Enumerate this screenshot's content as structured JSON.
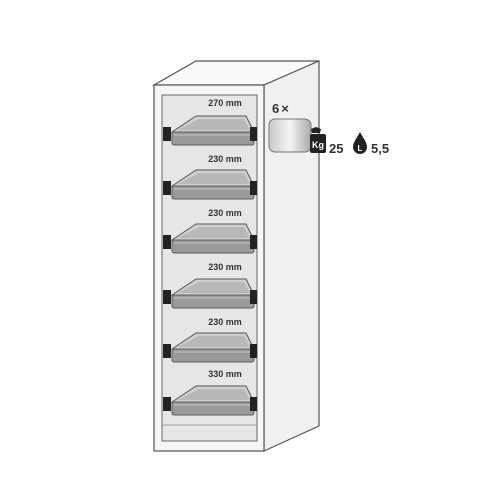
{
  "colors": {
    "outline": "#555555",
    "cabinet_body": "#f2f2f2",
    "interior": "#e4e4e4",
    "tray": "#9a9a9a",
    "tray_dark": "#5c5c5c",
    "label": "#333333"
  },
  "compartments": [
    {
      "height_label": "270 mm"
    },
    {
      "height_label": "230 mm"
    },
    {
      "height_label": "230 mm"
    },
    {
      "height_label": "230 mm"
    },
    {
      "height_label": "230 mm"
    },
    {
      "height_label": "330 mm"
    }
  ],
  "specs": {
    "tray_count": "6",
    "multiply_sign": "×",
    "weight_icon": "weight-kg-icon",
    "weight_icon_text": "Kg",
    "weight_value": "25",
    "volume_icon": "volume-drop-l-icon",
    "volume_icon_text": "L",
    "volume_value": "5,5"
  }
}
